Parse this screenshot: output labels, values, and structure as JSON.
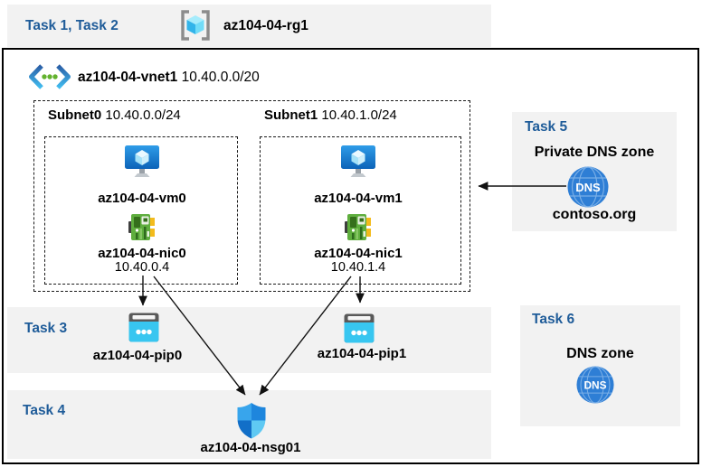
{
  "banner": {
    "task_label": "Task 1, Task 2",
    "resource_group_name": "az104-04-rg1"
  },
  "vnet": {
    "name": "az104-04-vnet1",
    "cidr": "10.40.0.0/20"
  },
  "subnets": [
    {
      "name": "Subnet0",
      "cidr": "10.40.0.0/24",
      "vm": "az104-04-vm0",
      "nic": "az104-04-nic0",
      "ip": "10.40.0.4"
    },
    {
      "name": "Subnet1",
      "cidr": "10.40.1.0/24",
      "vm": "az104-04-vm1",
      "nic": "az104-04-nic1",
      "ip": "10.40.1.4"
    }
  ],
  "task3": {
    "label": "Task 3",
    "pip0": "az104-04-pip0",
    "pip1": "az104-04-pip1"
  },
  "task4": {
    "label": "Task 4",
    "nsg": "az104-04-nsg01"
  },
  "task5": {
    "label": "Task 5",
    "title": "Private DNS zone",
    "zone_name": "contoso.org",
    "dns_icon_text": "DNS"
  },
  "task6": {
    "label": "Task 6",
    "title": "DNS zone",
    "dns_icon_text": "DNS"
  },
  "icons": [
    "resource-group-icon",
    "vnet-icon",
    "vm-icon",
    "nic-icon",
    "public-ip-icon",
    "nsg-shield-icon",
    "dns-zone-icon"
  ],
  "colors": {
    "task_label_blue": "#1f5c99",
    "panel_gray": "#f2f2f2",
    "frame_border": "#000000",
    "vm_blue": "#1474c4",
    "nic_green": "#5fae3e",
    "pip_cyan": "#38c6f0",
    "dns_blue": "#2e7ed5",
    "shield_blue": "#1e86dd"
  }
}
